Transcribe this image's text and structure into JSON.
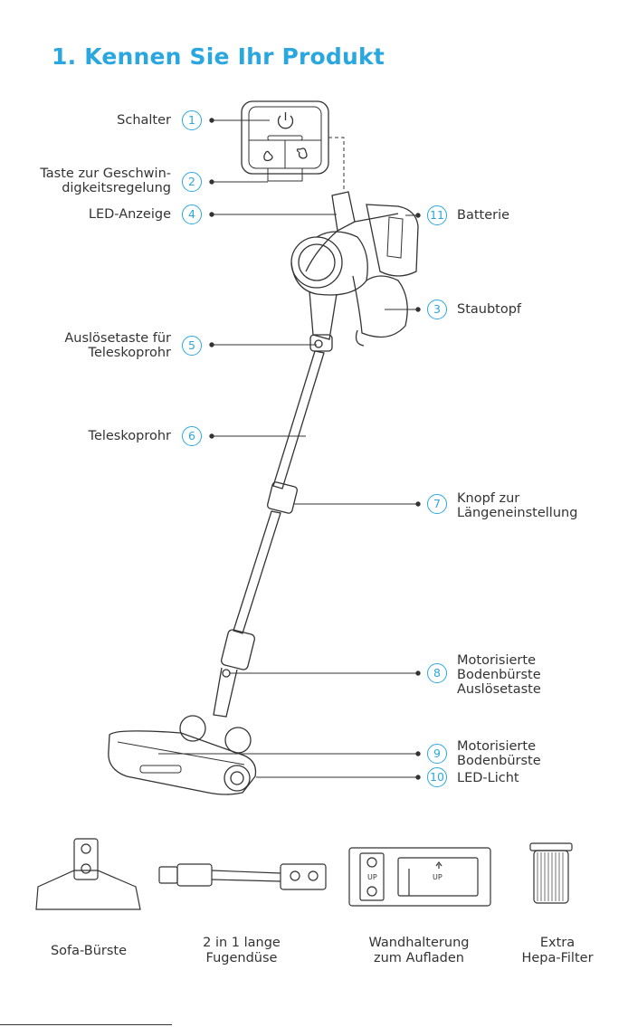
{
  "title": "1. Kennen Sie Ihr Produkt",
  "parts": [
    {
      "num": "1",
      "lines": [
        "Schalter"
      ]
    },
    {
      "num": "2",
      "lines": [
        "Taste zur Geschwin-",
        "digkeitsregelung"
      ]
    },
    {
      "num": "4",
      "lines": [
        "LED-Anzeige"
      ]
    },
    {
      "num": "11",
      "lines": [
        "Batterie"
      ]
    },
    {
      "num": "3",
      "lines": [
        "Staubtopf"
      ]
    },
    {
      "num": "5",
      "lines": [
        "Auslösetaste für",
        "Teleskoprohr"
      ]
    },
    {
      "num": "6",
      "lines": [
        "Teleskoprohr"
      ]
    },
    {
      "num": "7",
      "lines": [
        "Knopf zur",
        "Längeneinstellung"
      ]
    },
    {
      "num": "8",
      "lines": [
        "Motorisierte",
        "Bodenbürste",
        "Auslösetaste"
      ]
    },
    {
      "num": "9",
      "lines": [
        "Motorisierte",
        "Bodenbürste"
      ]
    },
    {
      "num": "10",
      "lines": [
        "LED-Licht"
      ]
    }
  ],
  "accessories": [
    {
      "lines": [
        "Sofa-Bürste"
      ]
    },
    {
      "lines": [
        "2 in 1 lange",
        "Fugendüse"
      ]
    },
    {
      "lines": [
        "Wandhalterung",
        "zum Aufladen"
      ]
    },
    {
      "lines": [
        "Extra",
        "Hepa-Filter"
      ]
    }
  ],
  "mount_label": "UP"
}
